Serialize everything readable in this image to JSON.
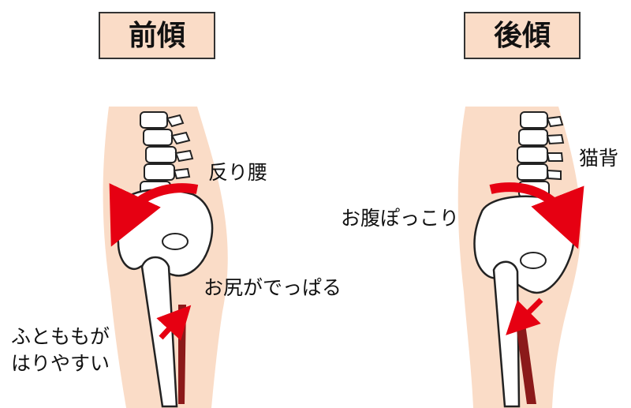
{
  "titles": {
    "anterior": "前傾",
    "posterior": "後傾"
  },
  "anterior_labels": {
    "arched_lower_back": "反り腰",
    "buttocks_protrude": "お尻がでっぱる",
    "thigh_line1": "ふとももが",
    "thigh_line2": "はりやすい"
  },
  "posterior_labels": {
    "hunched_back": "猫背",
    "belly_protrudes": "お腹ぽっこり"
  },
  "colors": {
    "skin": "#fadcc7",
    "arrow": "#e60012",
    "muscle": "#8b1a1a",
    "bone_outline": "#222222",
    "bone_fill": "#ffffff"
  }
}
